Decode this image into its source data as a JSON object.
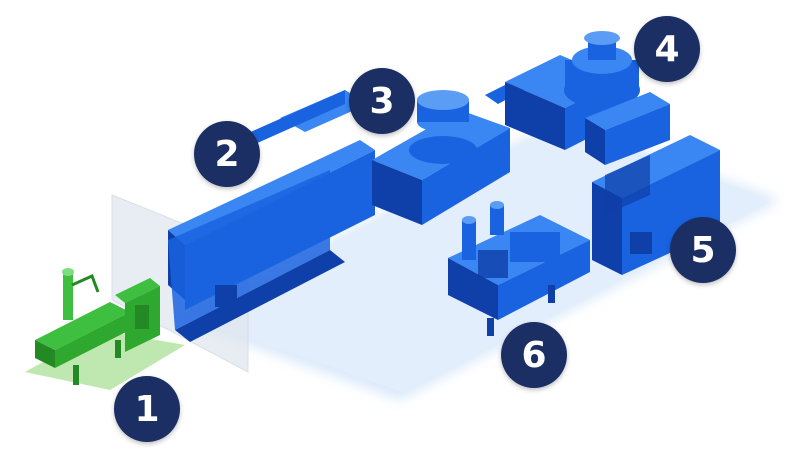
{
  "colors": {
    "navy_badge": "#1b2f64",
    "machine_blue": "#1a63e0",
    "machine_blue_dark": "#0f3fa8",
    "machine_blue_light": "#3a86f2",
    "floor_blue": "#d6e6fa",
    "machine_green": "#3fbf3f",
    "machine_green_dark": "#238a23",
    "floor_green": "#bfe8b0",
    "glass": "#dfe6ee"
  },
  "stations": [
    {
      "id": "1",
      "label": "1",
      "icon": "green-washing-machine-icon"
    },
    {
      "id": "2",
      "label": "2",
      "icon": "conveyor-oven-icon"
    },
    {
      "id": "3",
      "label": "3",
      "icon": "spiral-mixer-icon"
    },
    {
      "id": "4",
      "label": "4",
      "icon": "hopper-tank-icon"
    },
    {
      "id": "5",
      "label": "5",
      "icon": "cabinet-machine-icon"
    },
    {
      "id": "6",
      "label": "6",
      "icon": "filling-table-icon"
    }
  ]
}
